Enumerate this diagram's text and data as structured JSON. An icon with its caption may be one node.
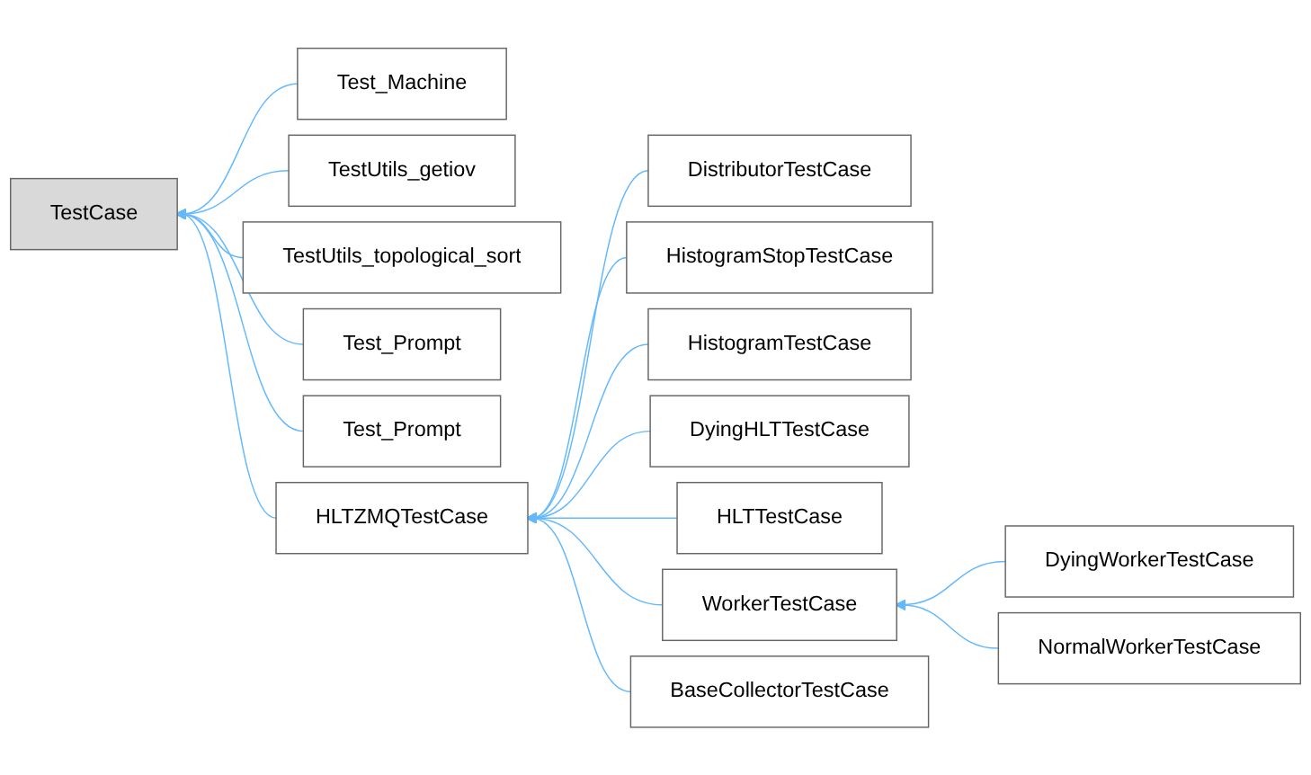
{
  "diagram": {
    "nodes": [
      {
        "text": [
          "TestCase"
        ]
      },
      {
        "text": [
          "Test_Machine"
        ]
      },
      {
        "text": [
          "TestUtils_getiov"
        ]
      },
      {
        "text": [
          "TestUtils_topological_sort"
        ]
      },
      {
        "text": [
          "Test_Prompt"
        ]
      },
      {
        "text": [
          "Test_Prompt"
        ]
      },
      {
        "text": [
          "HLTZMQTestCase"
        ]
      },
      {
        "text": [
          "DistributorTestCase"
        ]
      },
      {
        "text": [
          "HistogramStopTestCase"
        ]
      },
      {
        "text": [
          "HistogramTestCase"
        ]
      },
      {
        "text": [
          "DyingHLTTestCase"
        ]
      },
      {
        "text": [
          "HLTTestCase"
        ]
      },
      {
        "text": [
          "WorkerTestCase"
        ]
      },
      {
        "text": [
          "BaseCollectorTestCase"
        ]
      },
      {
        "text": [
          "DyingWorkerTestCase"
        ]
      },
      {
        "text": [
          "NormalWorkerTestCase"
        ]
      }
    ],
    "edges": [
      {
        "from": 1,
        "to": 0,
        "arrow": "to"
      },
      {
        "from": 2,
        "to": 0,
        "arrow": "to"
      },
      {
        "from": 3,
        "to": 0,
        "arrow": "to"
      },
      {
        "from": 4,
        "to": 0,
        "arrow": "to"
      },
      {
        "from": 5,
        "to": 0,
        "arrow": "to"
      },
      {
        "from": 6,
        "to": 0,
        "arrow": "to"
      },
      {
        "from": 7,
        "to": 6,
        "arrow": "to"
      },
      {
        "from": 8,
        "to": 6,
        "arrow": "to"
      },
      {
        "from": 9,
        "to": 6,
        "arrow": "to"
      },
      {
        "from": 10,
        "to": 6,
        "arrow": "to"
      },
      {
        "from": 11,
        "to": 6,
        "arrow": "to"
      },
      {
        "from": 12,
        "to": 6,
        "arrow": "to"
      },
      {
        "from": 13,
        "to": 6,
        "arrow": "to"
      },
      {
        "from": 14,
        "to": 12,
        "arrow": "to"
      },
      {
        "from": 15,
        "to": 12,
        "arrow": "to"
      }
    ]
  }
}
